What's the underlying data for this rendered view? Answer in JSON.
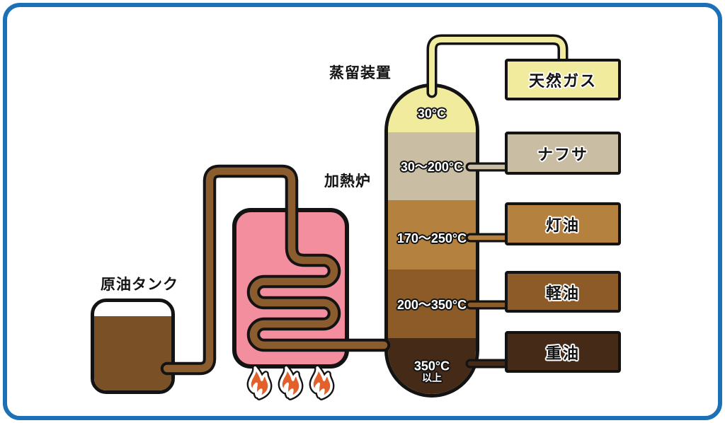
{
  "frame": {
    "border_color": "#1b70b8"
  },
  "labels": {
    "tank": "原油タンク",
    "furnace": "加熱炉",
    "distillation": "蒸留装置"
  },
  "column": {
    "sections": [
      {
        "temp": "30°C",
        "color": "#f0eb9d"
      },
      {
        "temp": "30～200°C",
        "color": "#c9bea3"
      },
      {
        "temp": "170～250°C",
        "color": "#b5813f"
      },
      {
        "temp": "200～350°C",
        "color": "#8c5b27"
      },
      {
        "temp": "350°C",
        "temp_note": "以上",
        "color": "#452a18"
      }
    ]
  },
  "products": [
    {
      "name": "天然ガス",
      "color": "#f0eb9d"
    },
    {
      "name": "ナフサ",
      "color": "#c9bea3"
    },
    {
      "name": "灯油",
      "color": "#b5813f"
    },
    {
      "name": "軽油",
      "color": "#8c5b27"
    },
    {
      "name": "重油",
      "color": "#452a18"
    }
  ],
  "colors": {
    "crude_oil": "#7a5127",
    "pipe": "#8a5c2e",
    "gas_pipe": "#f0eb9d",
    "furnace": "#f28e9e",
    "flame": "#e2602a",
    "outline": "#131313",
    "frame_blue": "#1b70b8"
  }
}
